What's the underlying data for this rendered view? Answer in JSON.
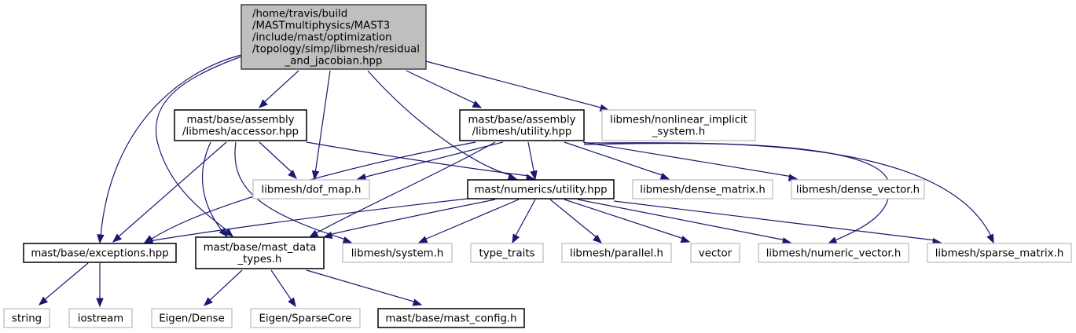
{
  "diagram": {
    "type": "include-dependency-graph",
    "colors": {
      "edge": "#191970",
      "root_fill": "#bfbfbf",
      "root_border": "#404040",
      "documented_border": "#000000",
      "external_border": "#bfbfbf",
      "node_fill": "#ffffff"
    },
    "nodes": [
      {
        "id": "root",
        "kind": "root",
        "lines": [
          "/home/travis/build",
          "/MASTmultiphysics/MAST3",
          "/include/mast/optimization",
          "/topology/simp/libmesh/residual",
          "_and_jacobian.hpp"
        ]
      },
      {
        "id": "accessor",
        "kind": "documented",
        "lines": [
          "mast/base/assembly",
          "/libmesh/accessor.hpp"
        ]
      },
      {
        "id": "asm_utility",
        "kind": "documented",
        "lines": [
          "mast/base/assembly",
          "/libmesh/utility.hpp"
        ]
      },
      {
        "id": "nonlinear",
        "kind": "external",
        "lines": [
          "libmesh/nonlinear_implicit",
          "_system.h"
        ]
      },
      {
        "id": "dof_map",
        "kind": "external",
        "lines": [
          "libmesh/dof_map.h"
        ]
      },
      {
        "id": "num_utility",
        "kind": "documented",
        "lines": [
          "mast/numerics/utility.hpp"
        ]
      },
      {
        "id": "dense_matrix",
        "kind": "external",
        "lines": [
          "libmesh/dense_matrix.h"
        ]
      },
      {
        "id": "dense_vector",
        "kind": "external",
        "lines": [
          "libmesh/dense_vector.h"
        ]
      },
      {
        "id": "exceptions",
        "kind": "documented",
        "lines": [
          "mast/base/exceptions.hpp"
        ]
      },
      {
        "id": "data_types",
        "kind": "documented",
        "lines": [
          "mast/base/mast_data",
          "_types.h"
        ]
      },
      {
        "id": "system",
        "kind": "external",
        "lines": [
          "libmesh/system.h"
        ]
      },
      {
        "id": "type_traits",
        "kind": "external",
        "lines": [
          "type_traits"
        ]
      },
      {
        "id": "parallel",
        "kind": "external",
        "lines": [
          "libmesh/parallel.h"
        ]
      },
      {
        "id": "vector",
        "kind": "external",
        "lines": [
          "vector"
        ]
      },
      {
        "id": "numeric_vector",
        "kind": "external",
        "lines": [
          "libmesh/numeric_vector.h"
        ]
      },
      {
        "id": "sparse_matrix",
        "kind": "external",
        "lines": [
          "libmesh/sparse_matrix.h"
        ]
      },
      {
        "id": "string",
        "kind": "external",
        "lines": [
          "string"
        ]
      },
      {
        "id": "iostream",
        "kind": "external",
        "lines": [
          "iostream"
        ]
      },
      {
        "id": "eigen_dense",
        "kind": "external",
        "lines": [
          "Eigen/Dense"
        ]
      },
      {
        "id": "eigen_sparse",
        "kind": "external",
        "lines": [
          "Eigen/SparseCore"
        ]
      },
      {
        "id": "mast_config",
        "kind": "documented",
        "lines": [
          "mast/base/mast_config.h"
        ]
      }
    ],
    "edges": [
      {
        "from": "root",
        "to": "accessor"
      },
      {
        "from": "root",
        "to": "dof_map"
      },
      {
        "from": "root",
        "to": "num_utility"
      },
      {
        "from": "root",
        "to": "asm_utility"
      },
      {
        "from": "root",
        "to": "nonlinear"
      },
      {
        "from": "root",
        "to": "exceptions"
      },
      {
        "from": "root",
        "to": "data_types"
      },
      {
        "from": "accessor",
        "to": "dof_map"
      },
      {
        "from": "accessor",
        "to": "num_utility"
      },
      {
        "from": "accessor",
        "to": "exceptions"
      },
      {
        "from": "accessor",
        "to": "data_types"
      },
      {
        "from": "accessor",
        "to": "system"
      },
      {
        "from": "asm_utility",
        "to": "dof_map"
      },
      {
        "from": "asm_utility",
        "to": "num_utility"
      },
      {
        "from": "asm_utility",
        "to": "dense_matrix"
      },
      {
        "from": "asm_utility",
        "to": "dense_vector"
      },
      {
        "from": "asm_utility",
        "to": "numeric_vector"
      },
      {
        "from": "asm_utility",
        "to": "sparse_matrix"
      },
      {
        "from": "asm_utility",
        "to": "exceptions"
      },
      {
        "from": "asm_utility",
        "to": "data_types"
      },
      {
        "from": "num_utility",
        "to": "exceptions"
      },
      {
        "from": "num_utility",
        "to": "data_types"
      },
      {
        "from": "num_utility",
        "to": "system"
      },
      {
        "from": "num_utility",
        "to": "type_traits"
      },
      {
        "from": "num_utility",
        "to": "parallel"
      },
      {
        "from": "num_utility",
        "to": "vector"
      },
      {
        "from": "num_utility",
        "to": "numeric_vector"
      },
      {
        "from": "num_utility",
        "to": "sparse_matrix"
      },
      {
        "from": "exceptions",
        "to": "string"
      },
      {
        "from": "exceptions",
        "to": "iostream"
      },
      {
        "from": "data_types",
        "to": "eigen_dense"
      },
      {
        "from": "data_types",
        "to": "eigen_sparse"
      },
      {
        "from": "data_types",
        "to": "mast_config"
      }
    ]
  }
}
